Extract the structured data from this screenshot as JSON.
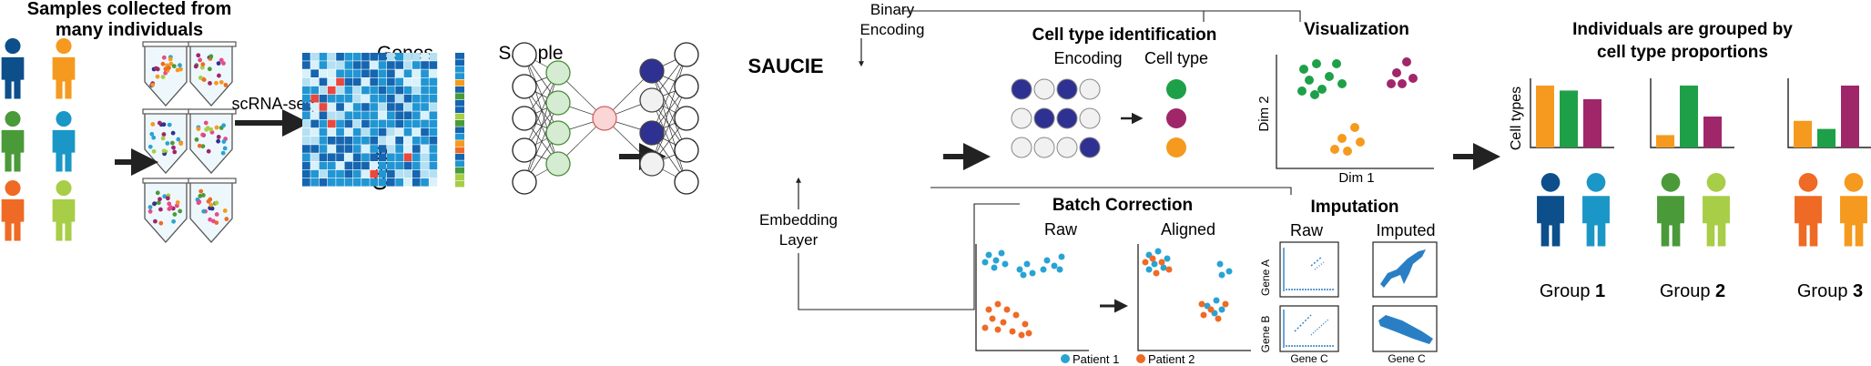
{
  "colors": {
    "navy": "#0c4f8a",
    "orange": "#f59a1e",
    "green": "#4a9a3a",
    "teal": "#1a97c6",
    "red_orange": "#ef6a24",
    "lime": "#a8cd46",
    "magenta": "#a0266a",
    "enc_blue": "#2e3192",
    "dark_green": "#1ea049",
    "scatter_blue": "#29a3d4",
    "scatter_orange": "#ef6a24",
    "heat_dark": "#1565b0",
    "heat_mid": "#2196d3",
    "heat_light": "#b3e0f2",
    "heat_pale": "#d8f1fb"
  },
  "samples": {
    "title_line1": "Samples collected from",
    "title_line2": "many individuals",
    "person_icons": [
      "navy",
      "orange",
      "green",
      "teal",
      "red_orange",
      "lime"
    ],
    "tubes": 6
  },
  "scrnaseq_label": "scRNA-seq",
  "matrix": {
    "genes_label": "Genes",
    "sample_label": "Sample",
    "cells_label": "Cells",
    "sample_strip": [
      "#1565b0",
      "#1565b0",
      "#2196d3",
      "#2196d3",
      "#f59a1e",
      "#1565b0",
      "#4a9a3a",
      "#1565b0",
      "#1565b0",
      "#a8cd46",
      "#4a9a3a",
      "#1565b0",
      "#2196d3",
      "#f59a1e",
      "#ef6a24",
      "#1565b0",
      "#2196d3",
      "#4a9a3a",
      "#a8cd46",
      "#a8cd46"
    ]
  },
  "network": {
    "title": "SAUCIE",
    "binary_label_line1": "Binary",
    "binary_label_line2": "Encoding",
    "embedding_label_line1": "Embedding",
    "embedding_label_line2": "Layer",
    "binary_states": [
      1,
      0,
      1,
      0
    ]
  },
  "cell_type": {
    "title": "Cell type identification",
    "encoding_label": "Encoding",
    "celltype_label": "Cell type",
    "rows": [
      {
        "bits": [
          1,
          0,
          1,
          0
        ],
        "color": "dark_green"
      },
      {
        "bits": [
          0,
          1,
          1,
          0
        ],
        "color": "magenta"
      },
      {
        "bits": [
          0,
          0,
          0,
          1
        ],
        "color": "orange"
      }
    ]
  },
  "visualization": {
    "title": "Visualization",
    "xlabel": "Dim 1",
    "ylabel": "Dim 2"
  },
  "batch": {
    "title": "Batch Correction",
    "raw_label": "Raw",
    "aligned_label": "Aligned",
    "legend": [
      {
        "label": "Patient 1",
        "color": "scatter_blue"
      },
      {
        "label": "Patient 2",
        "color": "scatter_orange"
      }
    ]
  },
  "imputation": {
    "title": "Imputation",
    "raw_label": "Raw",
    "imputed_label": "Imputed",
    "gene_a": "Gene A",
    "gene_b": "Gene B",
    "gene_c_1": "Gene C",
    "gene_c_2": "Gene C"
  },
  "groups": {
    "title_line1": "Individuals are grouped by",
    "title_line2": "cell type proportions",
    "ylabel": "Cell types",
    "items": [
      {
        "prefix": "Group ",
        "number": "1",
        "bars": [
          {
            "value": 1.0,
            "color": "orange"
          },
          {
            "value": 0.92,
            "color": "dark_green"
          },
          {
            "value": 0.78,
            "color": "magenta"
          }
        ],
        "people": [
          "navy",
          "teal"
        ]
      },
      {
        "prefix": "Group ",
        "number": "2",
        "bars": [
          {
            "value": 0.2,
            "color": "orange"
          },
          {
            "value": 1.0,
            "color": "dark_green"
          },
          {
            "value": 0.5,
            "color": "magenta"
          }
        ],
        "people": [
          "green",
          "lime"
        ]
      },
      {
        "prefix": "Group ",
        "number": "3",
        "bars": [
          {
            "value": 0.43,
            "color": "orange"
          },
          {
            "value": 0.3,
            "color": "dark_green"
          },
          {
            "value": 1.0,
            "color": "magenta"
          }
        ],
        "people": [
          "red_orange",
          "orange"
        ]
      }
    ]
  }
}
